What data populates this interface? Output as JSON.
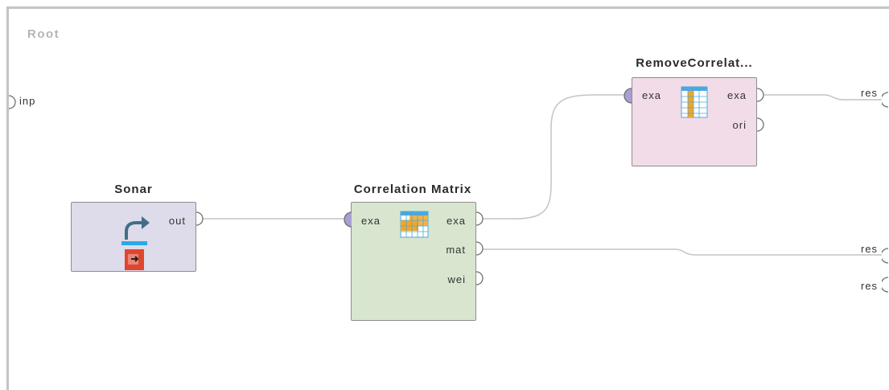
{
  "process": {
    "root_label": "Root",
    "input_port_label": "inp"
  },
  "operators": {
    "sonar": {
      "title": "Sonar",
      "fill": "#dedbea",
      "outputs": [
        "out"
      ]
    },
    "correlation_matrix": {
      "title": "Correlation Matrix",
      "fill": "#d8e6cf",
      "inputs": [
        "exa"
      ],
      "outputs": [
        "exa",
        "mat",
        "wei"
      ]
    },
    "remove_correlated": {
      "title": "RemoveCorrelat...",
      "fill": "#f1dce8",
      "inputs": [
        "exa"
      ],
      "outputs": [
        "exa",
        "ori"
      ]
    }
  },
  "result_ports": [
    "res",
    "res",
    "res"
  ],
  "colors": {
    "wire": "#c4c4c4",
    "port_stroke": "#6f6f6f",
    "connected_input_fill": "#a99ed6",
    "table_icon_blue": "#4aa8e0",
    "table_icon_orange": "#f5a623",
    "retrieve_arrow": "#3f6f86",
    "retrieve_bar": "#2aa9e6",
    "retrieve_box": "#e0462f"
  },
  "icons": {
    "sonar": "retrieve-icon",
    "correlation_matrix": "table-matrix-icon",
    "remove_correlated": "table-columns-icon"
  }
}
